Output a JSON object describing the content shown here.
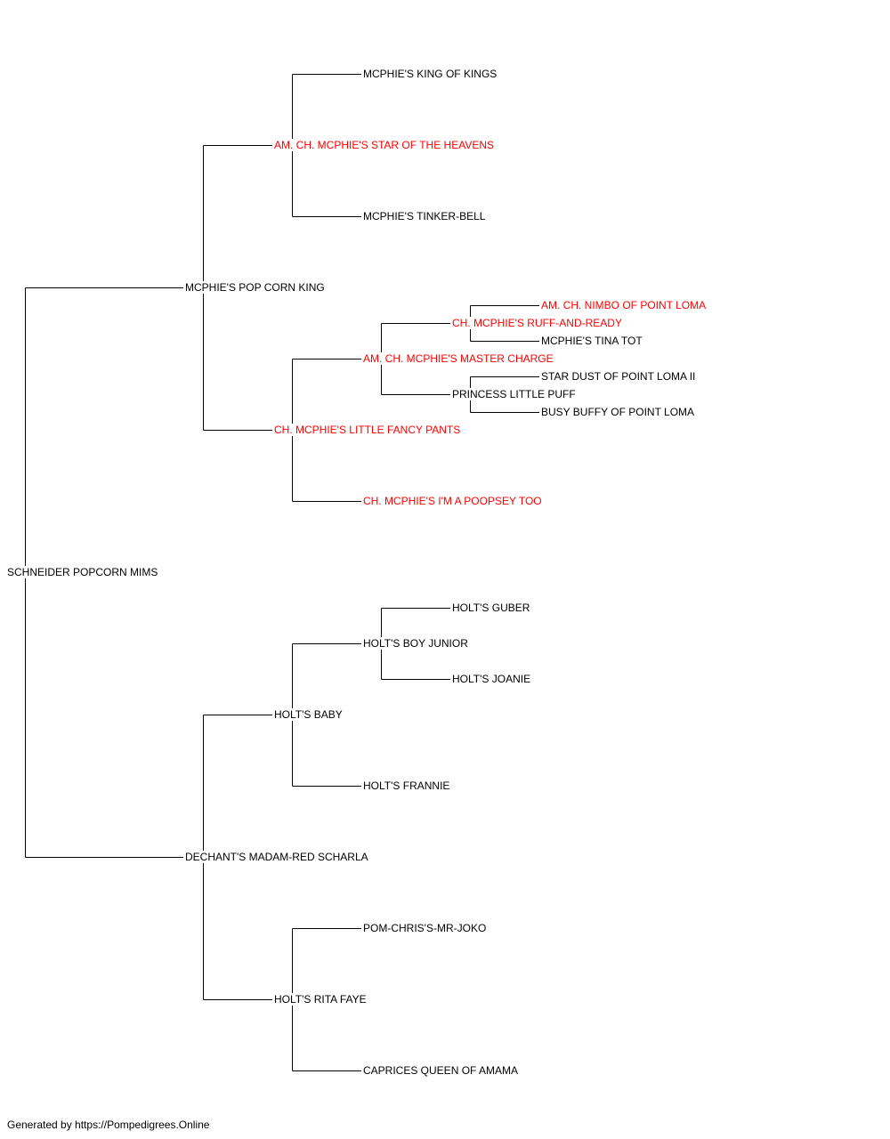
{
  "colors": {
    "text": "#000000",
    "champion": "#ff0000",
    "line": "#000000"
  },
  "pedigree": {
    "name": "SCHNEIDER POPCORN MIMS",
    "sire": {
      "name": "MCPHIE'S POP CORN KING",
      "sire": {
        "name": "AM. CH. MCPHIE'S STAR OF THE HEAVENS",
        "champion": true,
        "sire": {
          "name": "MCPHIE'S KING OF KINGS"
        },
        "dam": {
          "name": "MCPHIE'S TINKER-BELL"
        }
      },
      "dam": {
        "name": "CH. MCPHIE'S LITTLE FANCY PANTS",
        "champion": true,
        "sire": {
          "name": "AM. CH. MCPHIE'S MASTER CHARGE",
          "champion": true,
          "sire": {
            "name": "CH. MCPHIE'S RUFF-AND-READY",
            "champion": true,
            "sire": {
              "name": "AM. CH. NIMBO OF POINT LOMA",
              "champion": true
            },
            "dam": {
              "name": "MCPHIE'S TINA TOT"
            }
          },
          "dam": {
            "name": "PRINCESS LITTLE PUFF",
            "sire": {
              "name": "STAR DUST OF POINT LOMA II"
            },
            "dam": {
              "name": "BUSY BUFFY OF POINT LOMA"
            }
          }
        },
        "dam": {
          "name": "CH. MCPHIE'S I'M A POOPSEY TOO",
          "champion": true
        }
      }
    },
    "dam": {
      "name": "DECHANT'S MADAM-RED SCHARLA",
      "sire": {
        "name": "HOLT'S BABY",
        "sire": {
          "name": "HOLT'S BOY JUNIOR",
          "sire": {
            "name": "HOLT'S GUBER"
          },
          "dam": {
            "name": "HOLT'S JOANIE"
          }
        },
        "dam": {
          "name": "HOLT'S FRANNIE"
        }
      },
      "dam": {
        "name": "HOLT'S RITA FAYE",
        "sire": {
          "name": "POM-CHRIS'S-MR-JOKO"
        },
        "dam": {
          "name": "CAPRICES QUEEN OF AMAMA"
        }
      }
    }
  },
  "footer": "Generated by https://Pompedigrees.Online"
}
